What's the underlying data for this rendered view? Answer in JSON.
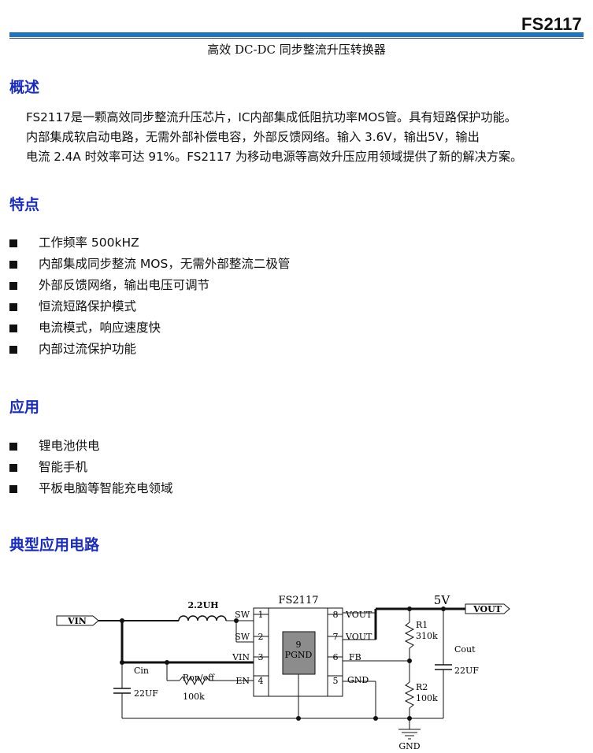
{
  "header": {
    "part_number": "FS2117",
    "subtitle": "高效 DC-DC 同步整流升压转换器"
  },
  "overview": {
    "heading": "概述",
    "lines": [
      "FS2117是一颗高效同步整流升压芯片，IC内部集成低阻抗功率MOS管。具有短路保护功能。",
      "内部集成软启动电路，无需外部补偿电容，外部反馈网络。输入 3.6V，输出5V，输出",
      "电流 2.4A 时效率可达 91%。FS2117 为移动电源等高效升压应用领域提供了新的解决方案。"
    ]
  },
  "features": {
    "heading": "特点",
    "items": [
      "工作频率 500kHZ",
      "内部集成同步整流 MOS，无需外部整流二极管",
      "外部反馈网络，输出电压可调节",
      "恒流短路保护模式",
      "电流模式，响应速度快",
      "内部过流保护功能"
    ]
  },
  "applications": {
    "heading": "应用",
    "items": [
      "锂电池供电",
      "智能手机",
      "平板电脑等智能充电领域"
    ]
  },
  "circuit": {
    "heading": "典型应用电路",
    "chip_name": "FS2117",
    "inductor": "2.2UH",
    "vout_voltage": "5V",
    "vin_label": "VIN",
    "vout_label": "VOUT",
    "pins_left": [
      {
        "num": "1",
        "name": "SW"
      },
      {
        "num": "2",
        "name": "SW"
      },
      {
        "num": "3",
        "name": "VIN"
      },
      {
        "num": "4",
        "name": "EN"
      }
    ],
    "pins_right": [
      {
        "num": "8",
        "name": "VOUT"
      },
      {
        "num": "7",
        "name": "VOUT"
      },
      {
        "num": "6",
        "name": "FB"
      },
      {
        "num": "5",
        "name": "GND"
      }
    ],
    "pad_num": "9",
    "pad_name": "PGND",
    "cin_label": "Cin",
    "cin_value": "22UF",
    "ron_label": "Ron/off",
    "ron_value": "100k",
    "r1_label": "R1",
    "r1_value": "310k",
    "r2_label": "R2",
    "r2_value": "100k",
    "cout_label": "Cout",
    "cout_value": "22UF",
    "gnd_label": "GND"
  }
}
